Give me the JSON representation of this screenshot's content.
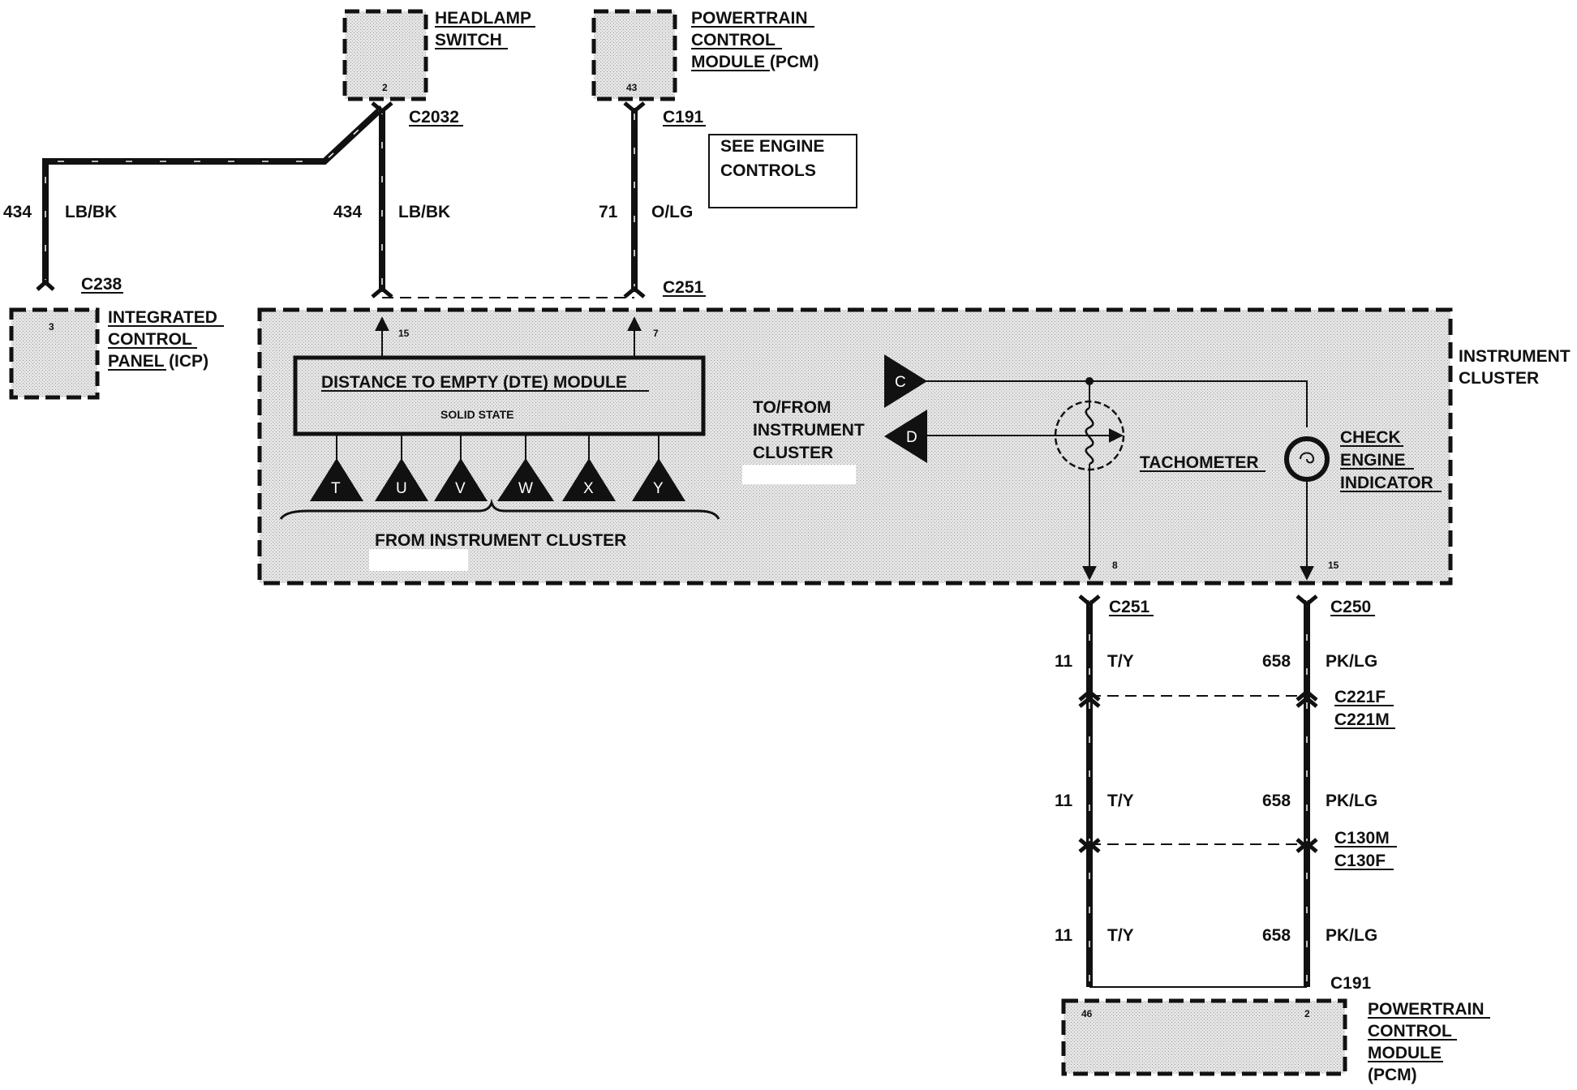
{
  "components": {
    "headlamp_switch": {
      "lines": [
        "HEADLAMP",
        "SWITCH"
      ],
      "pin": "2"
    },
    "pcm_top": {
      "lines": [
        "POWERTRAIN",
        "CONTROL",
        "MODULE (PCM)"
      ],
      "pin": "43"
    },
    "icp": {
      "lines": [
        "INTEGRATED",
        "CONTROL",
        "PANEL (ICP)"
      ],
      "pin": "3"
    },
    "instrument_cluster": {
      "lines": [
        "INSTRUMENT",
        "CLUSTER"
      ]
    },
    "pcm_bottom": {
      "lines": [
        "POWERTRAIN",
        "CONTROL",
        "MODULE",
        "(PCM)"
      ],
      "pins": [
        "46",
        "2"
      ]
    },
    "dte_module": {
      "title": "DISTANCE TO EMPTY (DTE) MODULE",
      "subtitle": "SOLID STATE",
      "pins": [
        "15",
        "7"
      ]
    },
    "see_engine_controls": [
      "SEE ENGINE",
      "CONTROLS"
    ],
    "to_from_cluster": [
      "TO/FROM",
      "INSTRUMENT",
      "CLUSTER"
    ],
    "from_cluster": "FROM INSTRUMENT CLUSTER",
    "tachometer": {
      "label": "TACHOMETER",
      "pin": "8"
    },
    "check_engine": {
      "lines": [
        "CHECK",
        "ENGINE",
        "INDICATOR"
      ],
      "pin": "15"
    }
  },
  "connectors": {
    "c2032": "C2032",
    "c191_top": "C191",
    "c238": "C238",
    "c251_top": "C251",
    "c251_bottom": "C251",
    "c250": "C250",
    "c221": [
      "C221F",
      "C221M"
    ],
    "c130": [
      "C130M",
      "C130F"
    ],
    "c191_bottom": "C191"
  },
  "wires": {
    "icp_wire": {
      "circuit": "434",
      "color": "LB/BK"
    },
    "headlamp_wire": {
      "circuit": "434",
      "color": "LB/BK"
    },
    "pcm_wire": {
      "circuit": "71",
      "color": "O/LG"
    },
    "tach_wire": {
      "circuit": "11",
      "color": "T/Y"
    },
    "check_wire": {
      "circuit": "658",
      "color": "PK/LG"
    }
  },
  "dte_inputs": [
    "T",
    "U",
    "V",
    "W",
    "X",
    "Y"
  ],
  "cluster_links": [
    "C",
    "D"
  ]
}
